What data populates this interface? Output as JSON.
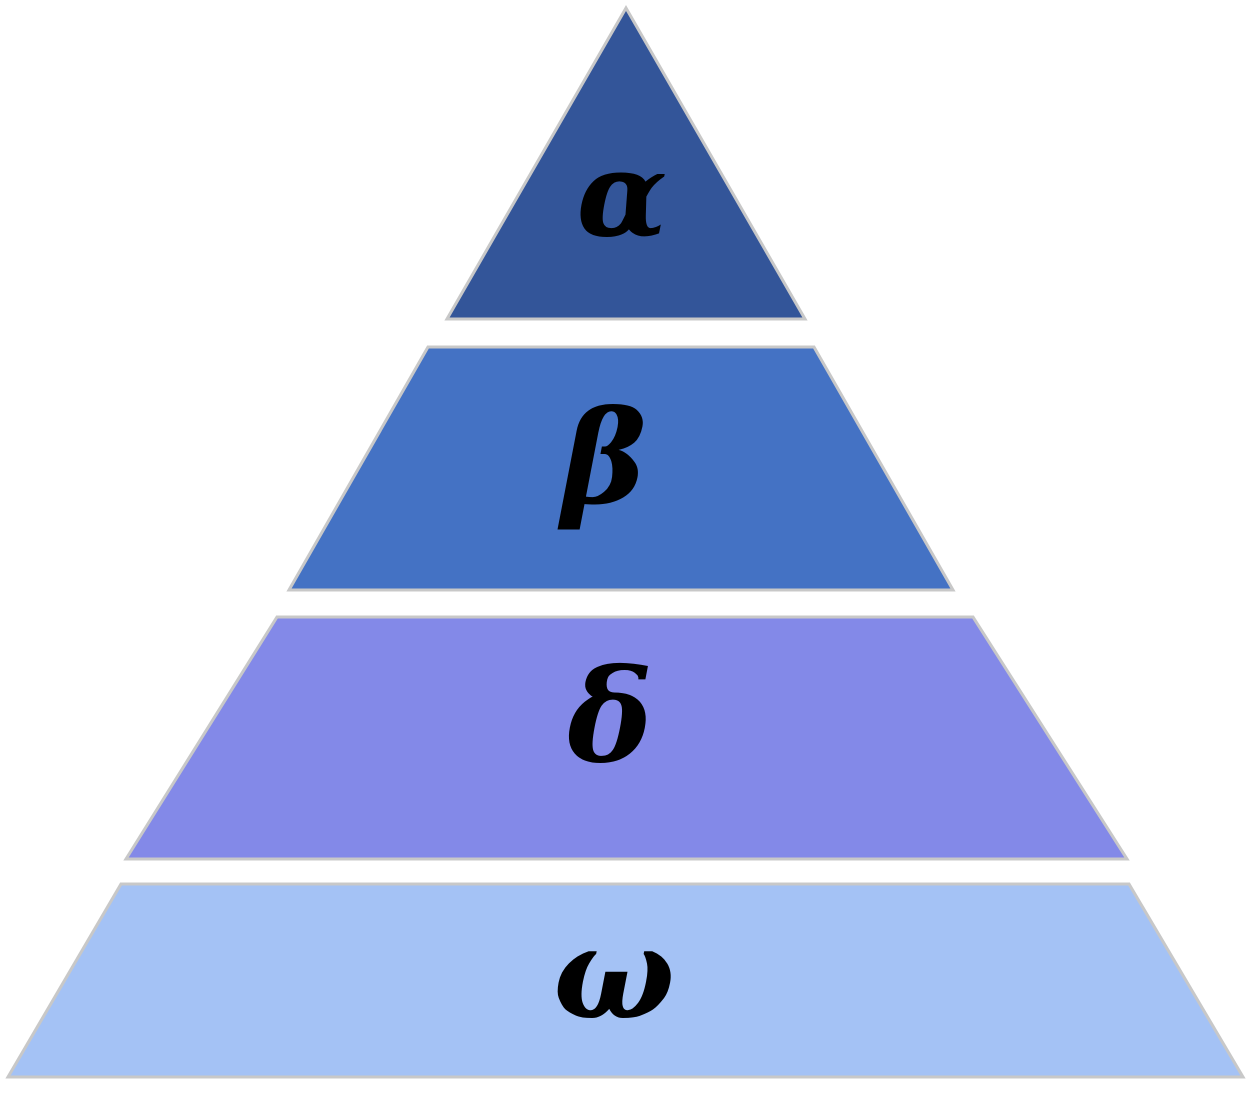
{
  "pyramid": {
    "tiers": [
      {
        "label": "α",
        "color": "#335599"
      },
      {
        "label": "β",
        "color": "#4472C4"
      },
      {
        "label": "δ",
        "color": "#8389E8"
      },
      {
        "label": "ω",
        "color": "#A4C2F5"
      }
    ]
  }
}
